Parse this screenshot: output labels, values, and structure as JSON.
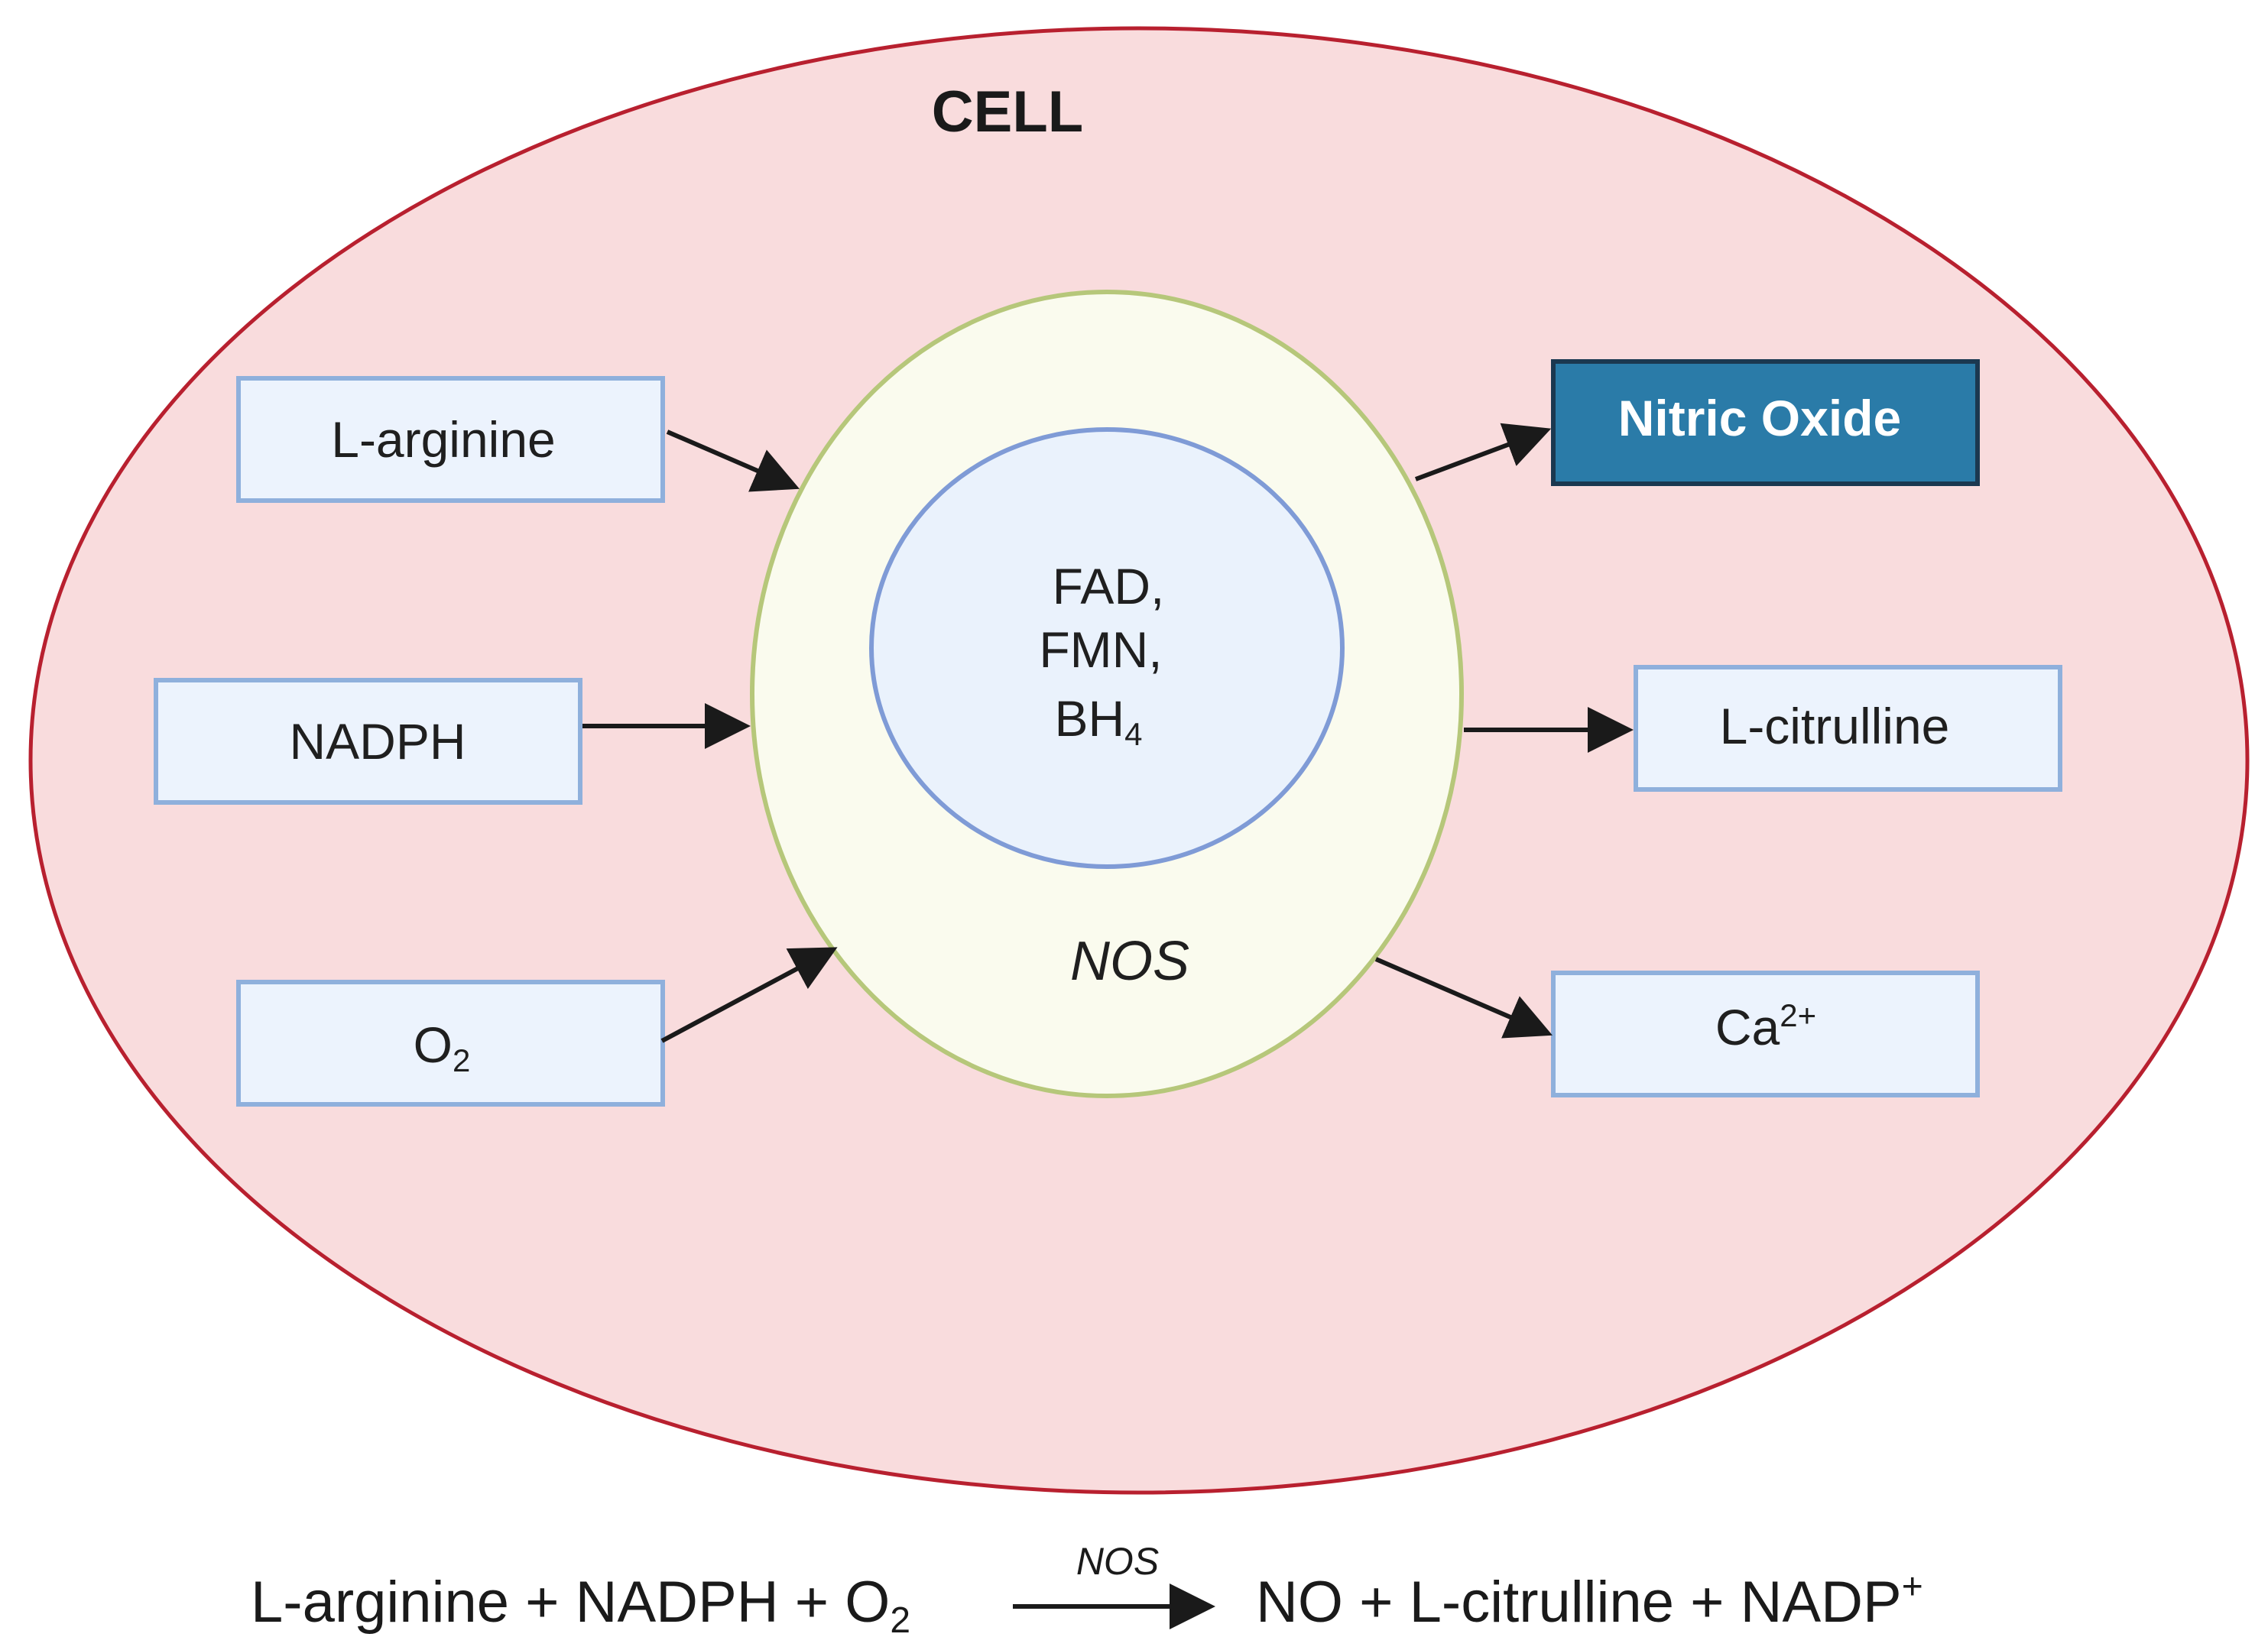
{
  "cell": {
    "title": "CELL",
    "fill": "#f9dcdd",
    "stroke": "#b8202f"
  },
  "enzyme": {
    "label": "NOS",
    "fill": "#fafbee",
    "stroke": "#b6c77a",
    "cofactors": {
      "line1": "FAD,",
      "line2": "FMN,",
      "line3_base": "BH",
      "line3_sub": "4",
      "fill": "#eaf2fc",
      "stroke": "#7f9bd6"
    }
  },
  "inputs": {
    "arginine": "L-arginine",
    "nadph": "NADPH",
    "oxygen_base": "O",
    "oxygen_sub": "2"
  },
  "outputs": {
    "nitric_oxide": "Nitric Oxide",
    "citrulline": "L-citrulline",
    "calcium_base": "Ca",
    "calcium_sup": "2+"
  },
  "box_style": {
    "fill": "#ecf3fd",
    "stroke": "#8fb0dc",
    "highlight_fill": "#2a7ba8",
    "highlight_stroke": "#1b3850",
    "highlight_text": "#ffffff"
  },
  "equation": {
    "left_part1": "L-arginine + NADPH + O",
    "left_sub": "2",
    "arrow_label": "NOS",
    "right_part1": "NO + L-citrulline + NADP",
    "right_sup": "+"
  }
}
